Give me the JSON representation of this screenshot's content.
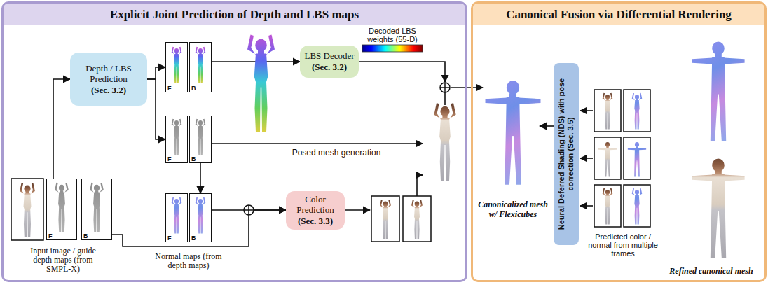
{
  "diagram": {
    "nodes": [
      {
        "text": [
          "Explicit Joint Prediction of Depth and LBS maps"
        ]
      },
      {
        "text": [
          "Depth / LBS Prediction",
          "(Sec. 3.2)"
        ],
        "in": 0
      },
      {
        "text": [
          "F"
        ],
        "in": 0
      },
      {
        "text": [
          "B"
        ],
        "in": 0
      },
      {
        "text": [
          "LBS Decoder",
          "(Sec. 3.2)"
        ],
        "in": 0
      },
      {
        "text": [
          "F"
        ],
        "in": 0
      },
      {
        "text": [
          "B"
        ],
        "in": 0
      },
      {
        "text": [
          "F"
        ],
        "in": 0
      },
      {
        "text": [
          "B"
        ],
        "in": 0
      },
      {
        "text": [
          "Color Prediction",
          "(Sec. 3.3)"
        ],
        "in": 0
      },
      {
        "text": [
          "F"
        ],
        "in": 0
      },
      {
        "text": [
          "B"
        ],
        "in": 0
      },
      {
        "text": [
          "Canonical Fusion via Differential Rendering"
        ]
      },
      {
        "text": [
          "Neural Deferred Shading (NDS) with pose correction (Sec. 3.5)"
        ],
        "in": 12
      }
    ],
    "edges": [
      {
        "from": 10,
        "to": 1,
        "arrow": "to"
      },
      {
        "from": 1,
        "to": 2,
        "arrow": "to"
      },
      {
        "from": 1,
        "to": 5,
        "arrow": "to"
      },
      {
        "from": 3,
        "to": 4,
        "arrow": "to"
      },
      {
        "from": 6,
        "to": 8,
        "arrow": "to"
      },
      {
        "from": 8,
        "to": 9,
        "arrow": "to"
      },
      {
        "from": 11,
        "to": 9,
        "arrow": "to"
      }
    ],
    "labels": [
      "Decoded LBS weights (55-D)",
      "Posed mesh generation",
      "Input image / guide depth maps (from SMPL-X)",
      "Normal maps (from depth maps)",
      "Canonicalized mesh w/ Flexicubes",
      "Predicted color / normal from multiple frames",
      "Refined canonical mesh"
    ]
  }
}
